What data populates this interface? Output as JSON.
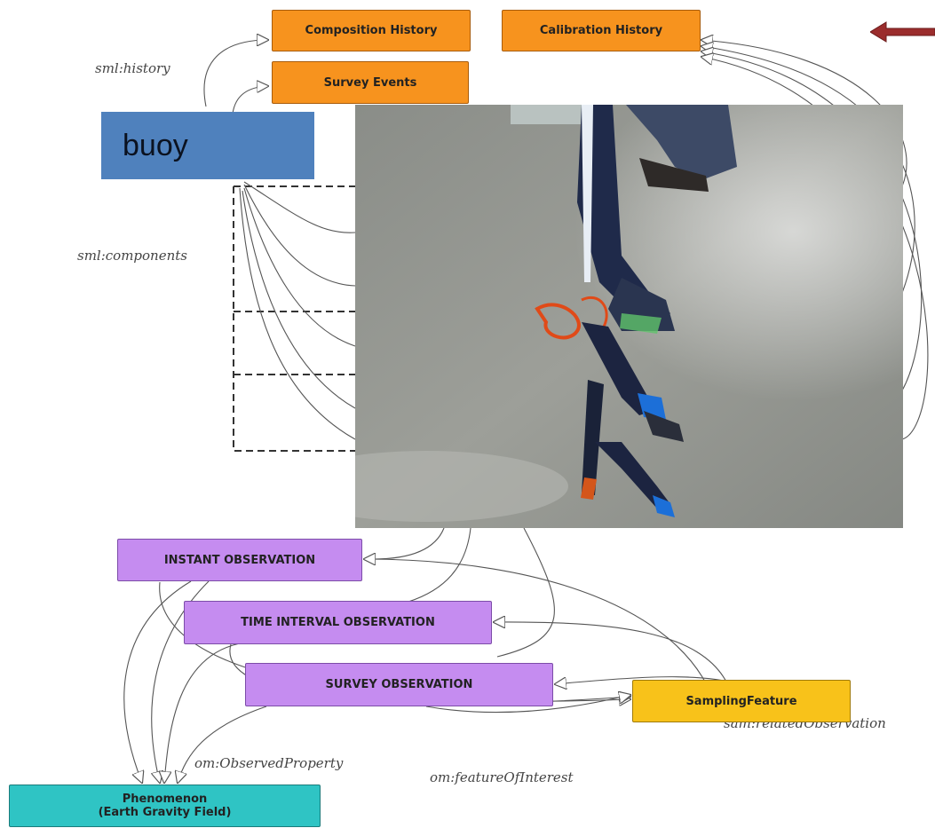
{
  "nodes": {
    "composition_history": "Composition History",
    "calibration_history": "Calibration History",
    "survey_events": "Survey Events",
    "instant_observation": "INSTANT OBSERVATION",
    "time_interval_observation": "TIME INTERVAL OBSERVATION",
    "survey_observation": "SURVEY OBSERVATION",
    "sampling_feature": "SamplingFeature",
    "phenomenon": "Phenomenon\n(Earth Gravity Field)"
  },
  "edge_labels": {
    "sml_history": "sml:history",
    "sml_components": "sml:components",
    "om_observed_property": "om:ObservedProperty",
    "om_feature_of_interest": "om:featureOfInterest",
    "sam_related_observation": "sam:relatedObservation"
  },
  "overlay": {
    "callout_text": "buoy"
  },
  "colors": {
    "history_box": "#f7931e",
    "observation_box": "#c58cf0",
    "phenomenon_box": "#2fc4c4",
    "sampling_box": "#f8c21a",
    "callout": "#4f81bd",
    "indicator_arrow": "#9b2d2d"
  }
}
